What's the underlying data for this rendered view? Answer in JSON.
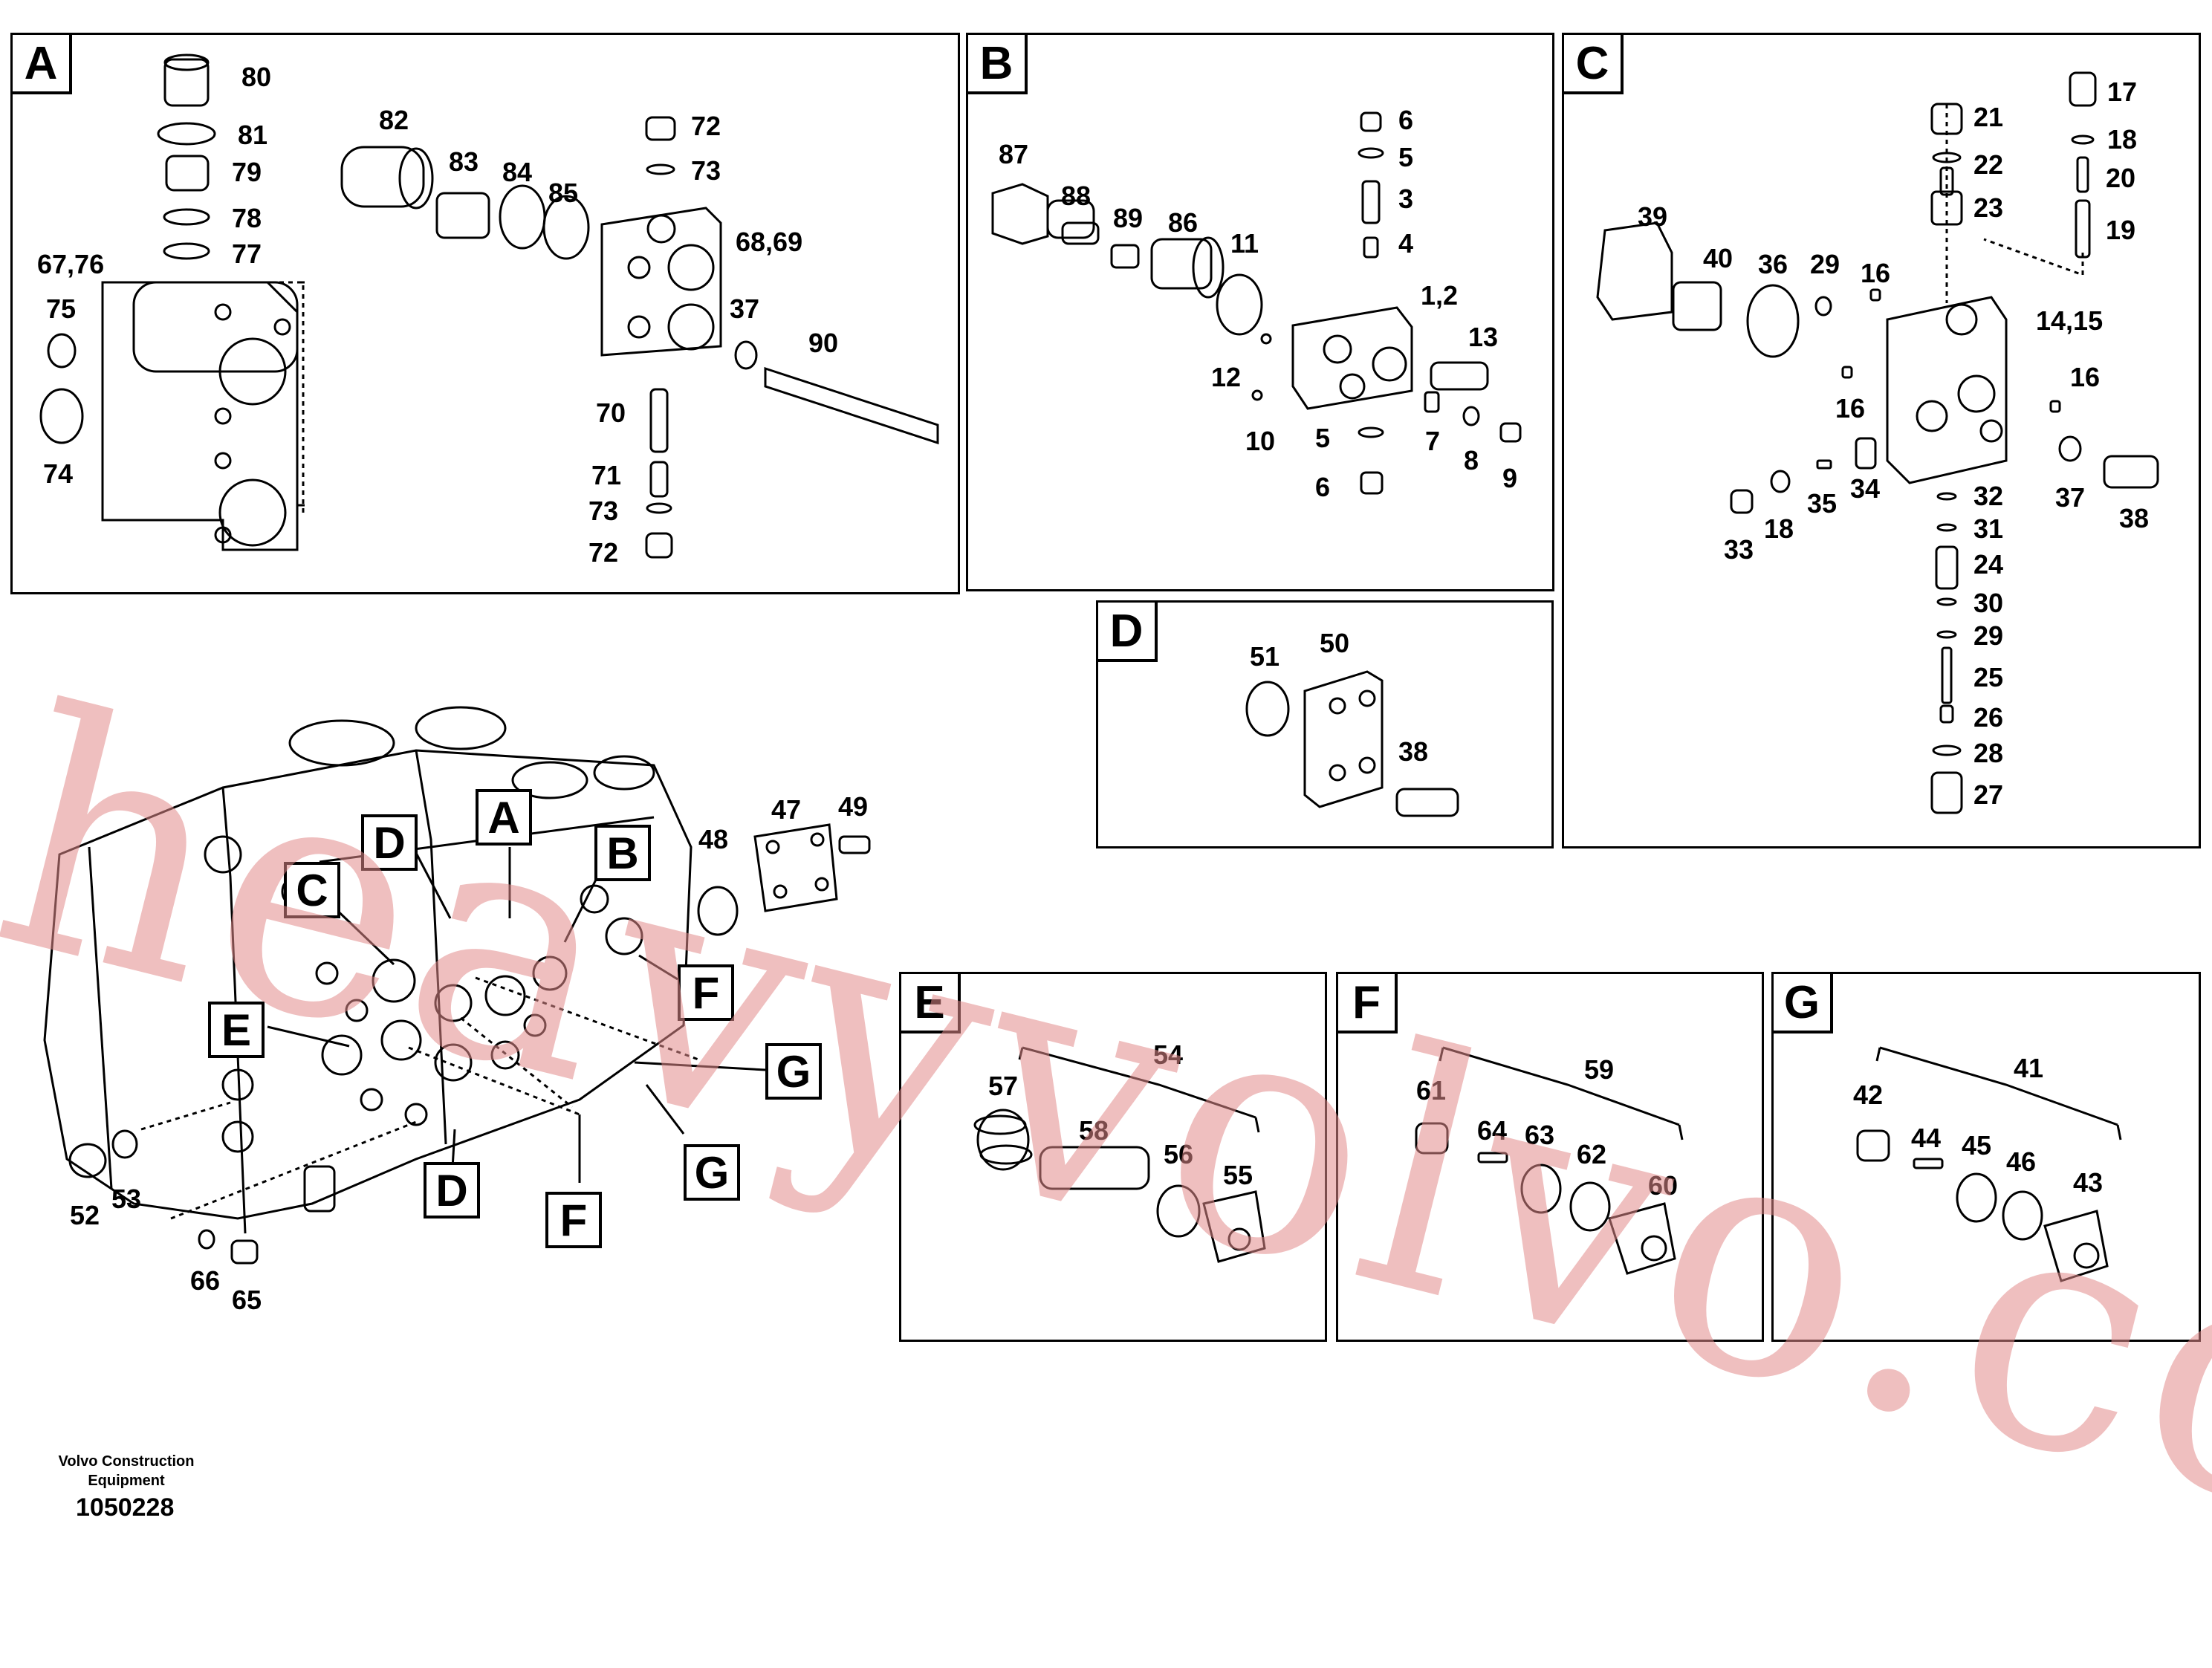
{
  "panels": [
    {
      "id": "A",
      "labels": [
        "80",
        "81",
        "79",
        "78",
        "77",
        "67,76",
        "75",
        "74",
        "82",
        "83",
        "84",
        "85",
        "72",
        "73",
        "68,69",
        "37",
        "90",
        "70",
        "71",
        "73",
        "72"
      ]
    },
    {
      "id": "B",
      "labels": [
        "6",
        "5",
        "3",
        "4",
        "87",
        "88",
        "89",
        "86",
        "11",
        "1,2",
        "13",
        "12",
        "10",
        "5",
        "7",
        "8",
        "9",
        "6"
      ]
    },
    {
      "id": "C",
      "labels": [
        "17",
        "18",
        "20",
        "19",
        "21",
        "22",
        "23",
        "39",
        "40",
        "36",
        "29",
        "16",
        "14,15",
        "16",
        "16",
        "37",
        "38",
        "18",
        "35",
        "34",
        "33",
        "32",
        "31",
        "24",
        "30",
        "29",
        "25",
        "26",
        "28",
        "27"
      ]
    },
    {
      "id": "D",
      "labels": [
        "51",
        "50",
        "38"
      ]
    },
    {
      "id": "E",
      "labels": [
        "54",
        "57",
        "58",
        "56",
        "55"
      ]
    },
    {
      "id": "F",
      "labels": [
        "59",
        "61",
        "64",
        "63",
        "62",
        "60"
      ]
    },
    {
      "id": "G",
      "labels": [
        "41",
        "42",
        "44",
        "45",
        "46",
        "43"
      ]
    }
  ],
  "main": {
    "labels": [
      "47",
      "49",
      "48",
      "52",
      "53",
      "66",
      "65"
    ],
    "callouts": [
      "A",
      "B",
      "C",
      "D",
      "D",
      "E",
      "F",
      "F",
      "G",
      "G"
    ]
  },
  "footer": {
    "company_line1": "Volvo Construction",
    "company_line2": "Equipment",
    "diagram_number": "1050228"
  },
  "watermark": "heavyvolvo.com"
}
